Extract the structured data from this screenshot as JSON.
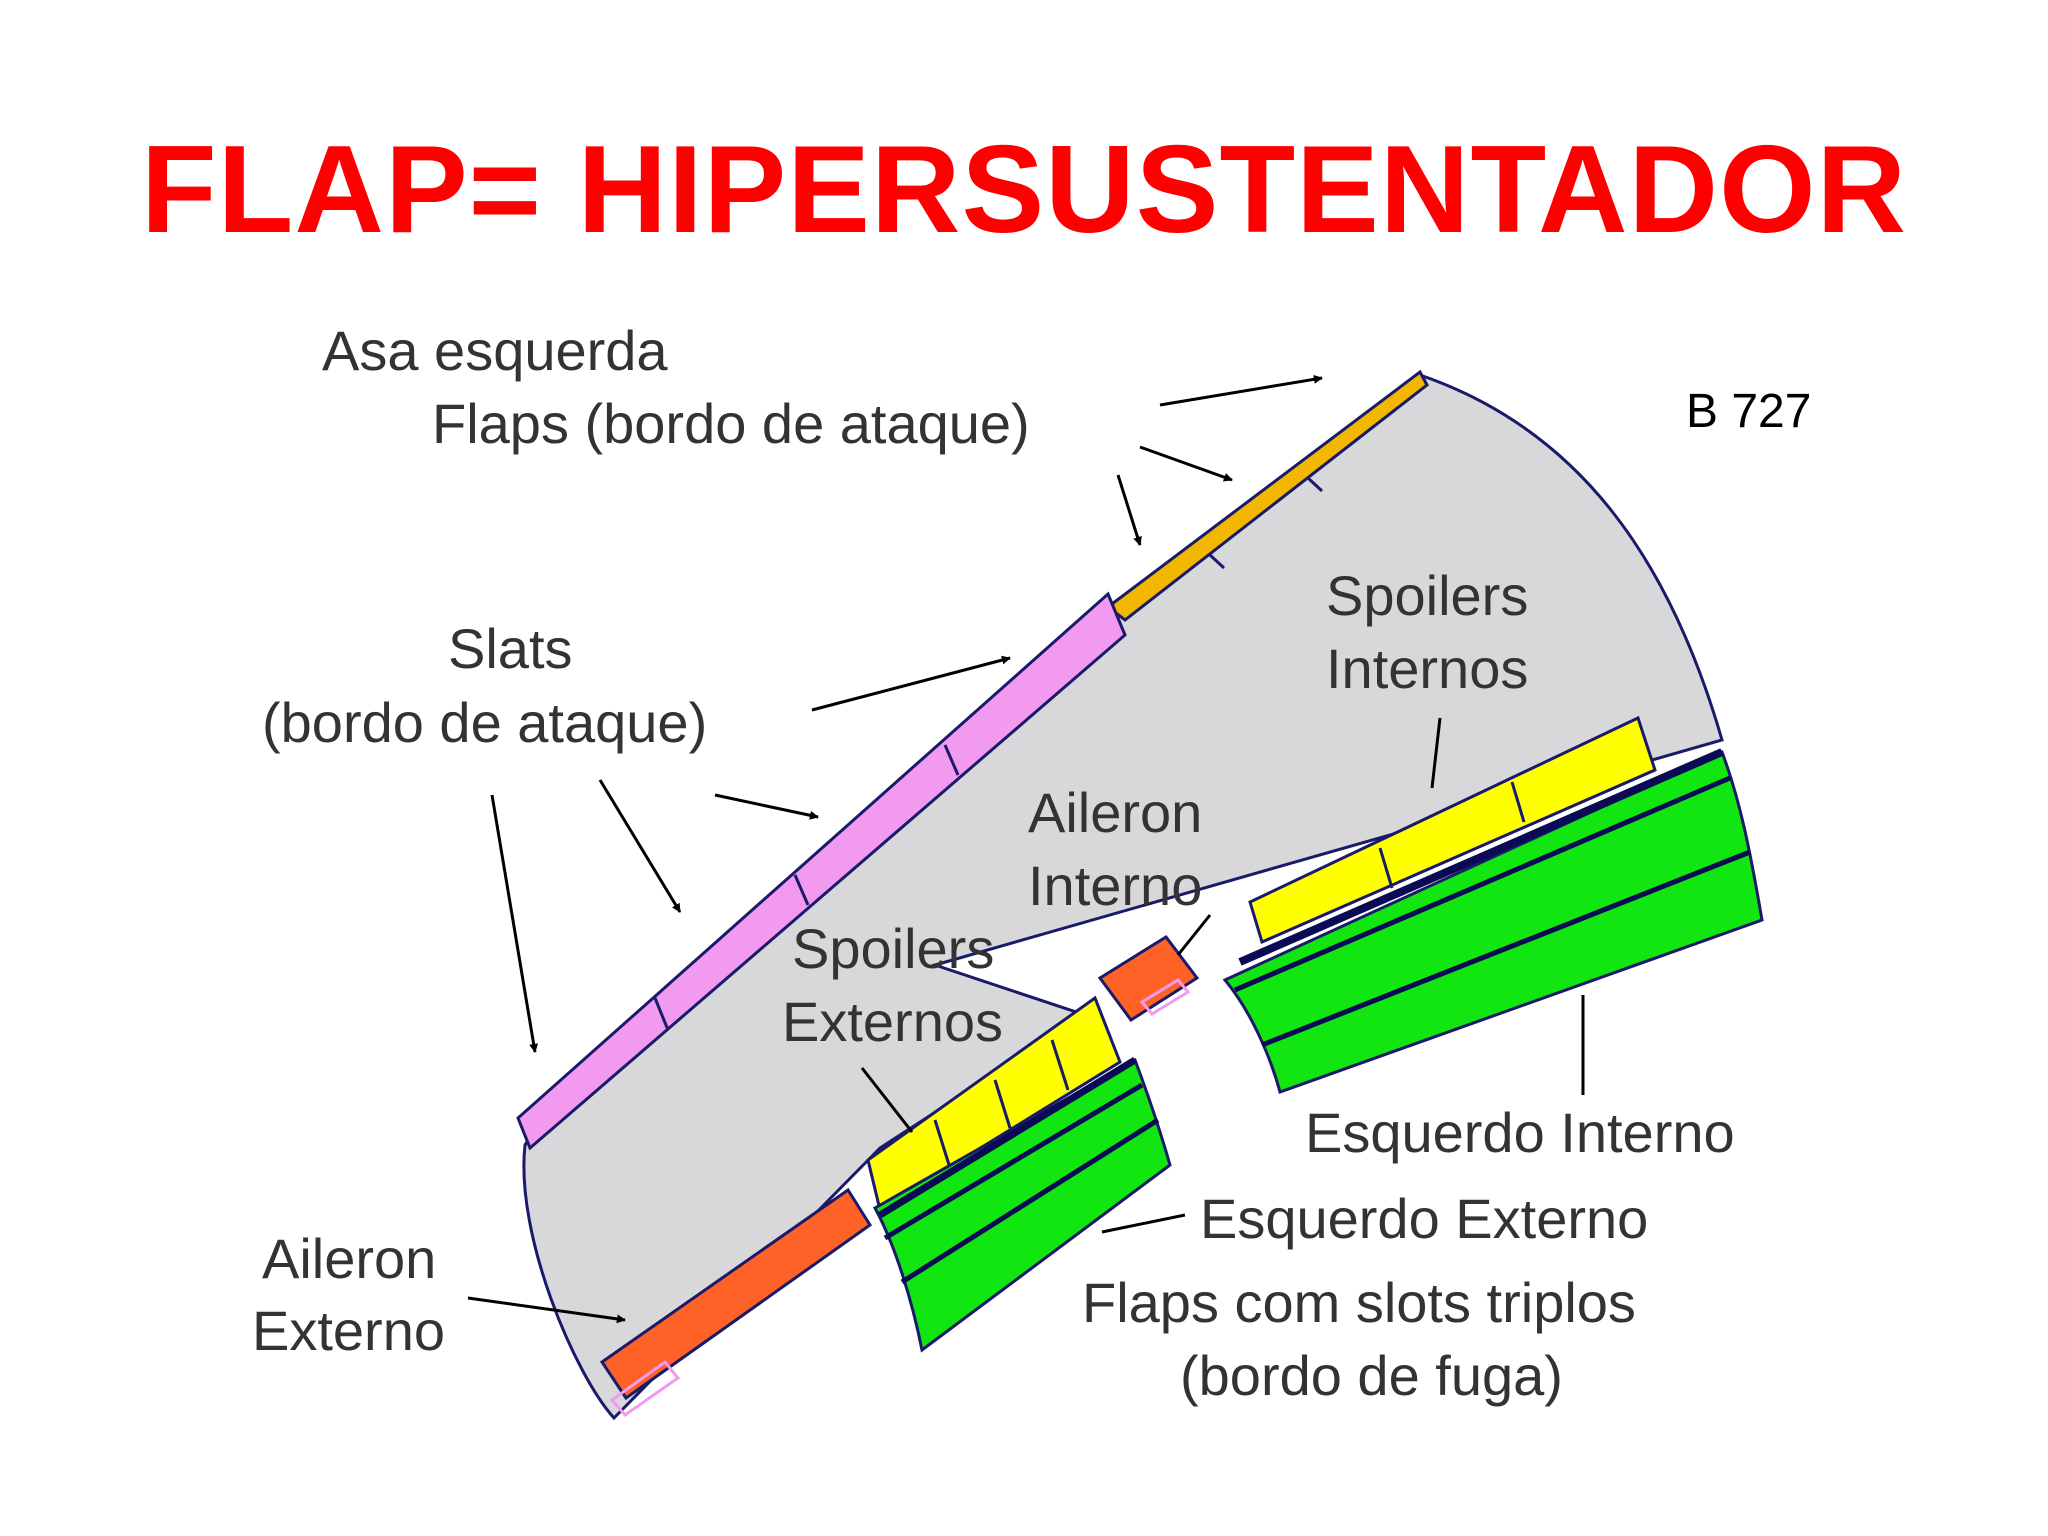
{
  "title": {
    "text": "FLAP= HIPERSUSTENTADOR",
    "color": "#ff0000"
  },
  "model_label": "B 727",
  "labels": {
    "left_wing": "Asa esquerda",
    "leading_flaps": "Flaps (bordo de ataque)",
    "slats_1": "Slats",
    "slats_2": "(bordo de ataque)",
    "spoilers_internos_1": "Spoilers",
    "spoilers_internos_2": "Internos",
    "aileron_interno_1": "Aileron",
    "aileron_interno_2": "Interno",
    "spoilers_externos_1": "Spoilers",
    "spoilers_externos_2": "Externos",
    "esquerdo_interno": "Esquerdo Interno",
    "esquerdo_externo": "Esquerdo Externo",
    "flaps_slots_1": "Flaps com slots triplos",
    "flaps_slots_2": "(bordo de fuga)",
    "aileron_externo_1": "Aileron",
    "aileron_externo_2": "Externo"
  },
  "colors": {
    "wing": "#d8d8da",
    "outline": "#1a1a6a",
    "slats": "#f29af0",
    "leading_flaps": "#f2b800",
    "spoilers": "#ffff00",
    "trailing_flaps": "#11e611",
    "ailerons": "#ff6226",
    "arrows": "#000000"
  }
}
